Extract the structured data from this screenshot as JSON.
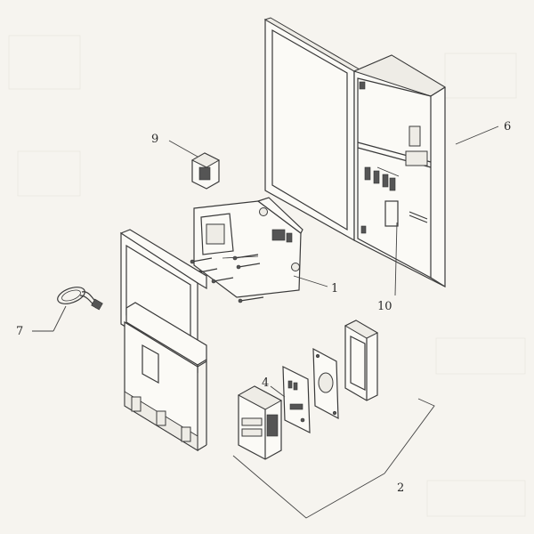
{
  "callouts": {
    "c1": "1",
    "c2": "2",
    "c4": "4",
    "c6": "6",
    "c7": "7",
    "c9": "9",
    "c10": "10"
  },
  "colors": {
    "background": "#f6f4ef",
    "line": "#3a3a3a"
  }
}
